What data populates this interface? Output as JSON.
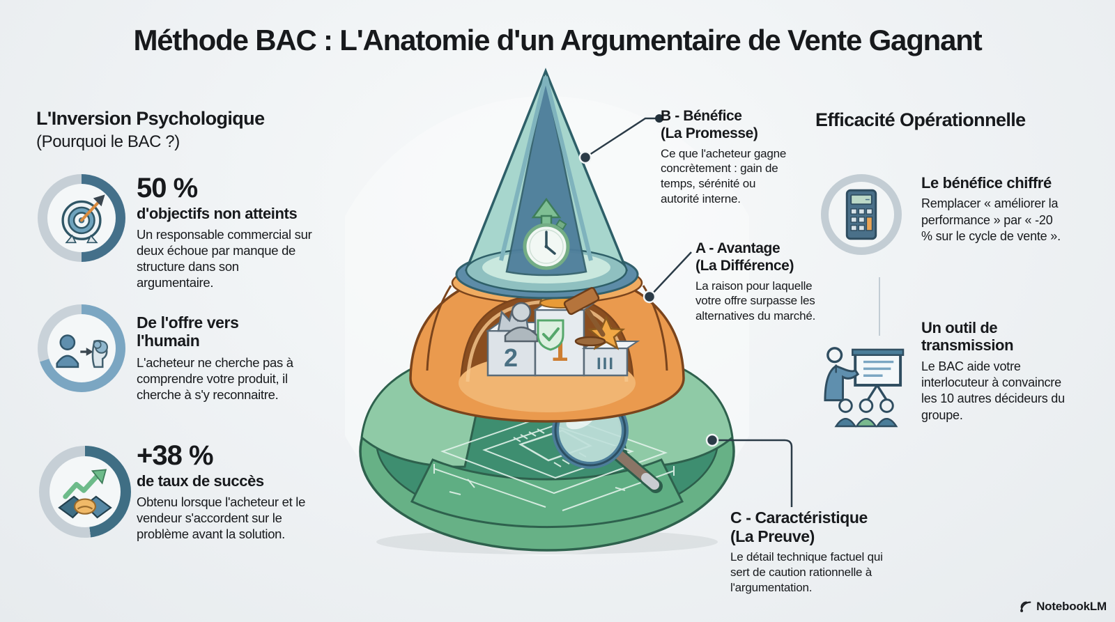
{
  "title": "Méthode BAC : L'Anatomie d'un Argumentaire de Vente Gagnant",
  "left": {
    "heading": "L'Inversion Psychologique",
    "subheading": "(Pourquoi le BAC ?)",
    "stats": [
      {
        "icon": "target-arrow-icon",
        "value": "50 %",
        "label": "d'objectifs non atteints",
        "body": "Un responsable commercial sur deux échoue par manque de structure dans son argumentaire."
      },
      {
        "icon": "offer-to-human-icon",
        "label": "De l'offre vers l'humain",
        "body": "L'acheteur ne cherche pas à comprendre votre produit, il cherche à s'y reconnaitre."
      },
      {
        "icon": "handshake-growth-icon",
        "value": "+38 %",
        "label": "de taux de succès",
        "body": "Obtenu lorsque l'acheteur et le vendeur s'accordent sur le problème avant la solution."
      }
    ]
  },
  "callouts": {
    "b": {
      "title": "B - Bénéfice",
      "subtitle": "(La Promesse)",
      "body": "Ce que l'acheteur gagne concrètement : gain de temps, sérénité ou autorité interne."
    },
    "a": {
      "title": "A - Avantage",
      "subtitle": "(La Différence)",
      "body": "La raison pour laquelle votre offre surpasse les alternatives du marché."
    },
    "c": {
      "title": "C - Caractéristique",
      "subtitle": "(La Preuve)",
      "body": "Le détail technique factuel qui sert de caution rationnelle à l'argumentation."
    }
  },
  "right": {
    "heading": "Efficacité Opérationnelle",
    "items": [
      {
        "icon": "calculator-icon",
        "title": "Le bénéfice chiffré",
        "body": "Remplacer « améliorer la performance » par « -20 % sur le cycle de vente »."
      },
      {
        "icon": "presenter-icon",
        "title": "Un outil de transmission",
        "body": "Le BAC aide votre interlocuteur à convaincre les 10 autres décideurs du groupe."
      }
    ]
  },
  "pyramid": {
    "tiers": [
      "B - Bénéfice (cône)",
      "A - Avantage (anneau orange)",
      "C - Caractéristique (socle vert)"
    ],
    "podium": {
      "first": "1",
      "second": "2",
      "third": "III"
    }
  },
  "colors": {
    "teal": "#a7d6cd",
    "slate_blue": "#4e7e9b",
    "orange": "#ea9a4e",
    "green": "#67b186",
    "dark_green": "#3e8e70",
    "steel": "#44708a",
    "ink": "#17191c"
  },
  "footer": {
    "brand": "NotebookLM"
  }
}
